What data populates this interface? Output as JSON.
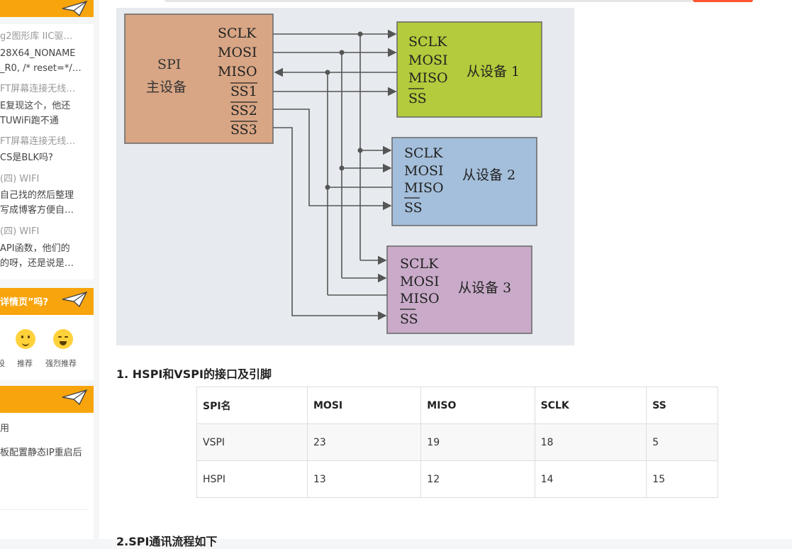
{
  "sidebar": {
    "items": [
      {
        "title": "g2图形库 IIC驱…",
        "body": [
          "28X64_NONAME",
          "_R0, /* reset=*/…"
        ]
      },
      {
        "title": "FT屏幕连接无线…",
        "body": [
          "E复现这个，他还",
          "TUWiFi跑不通"
        ]
      },
      {
        "title": "FT屏幕连接无线…",
        "body": [
          "CS是BLK吗?"
        ]
      },
      {
        "title": "(四) WIFI",
        "body": [
          "自己找的然后整理",
          "写成博客方便自…"
        ]
      },
      {
        "title": "(四) WIFI",
        "body": [
          "API函数，他们的",
          "的呀，还是说是…"
        ]
      }
    ],
    "rate_title": "详情页”吗?",
    "ratings": [
      "设",
      "推荐",
      "强烈推荐"
    ],
    "bottom_items": [
      "用",
      "板配置静态IP重启后"
    ]
  },
  "figure": {
    "master_name": "SPI",
    "master_role": "主设备",
    "master_pins": [
      "SCLK",
      "MOSI",
      "MISO",
      "SS1",
      "SS2",
      "SS3"
    ],
    "slave_pins": [
      "SCLK",
      "MOSI",
      "MISO",
      "SS"
    ],
    "slaves": [
      {
        "label": "从设备 1",
        "color": "#b3cb3c"
      },
      {
        "label": "从设备 2",
        "color": "#a4bfdb"
      },
      {
        "label": "从设备 3",
        "color": "#c9abc9"
      }
    ],
    "master_color": "#d8a685"
  },
  "article": {
    "section1_title": "1. HSPI和VSPI的接口及引脚",
    "section2_title": "2.SPI通讯流程如下",
    "table": {
      "headers": [
        "SPI名",
        "MOSI",
        "MISO",
        "SCLK",
        "SS"
      ],
      "rows": [
        [
          "VSPI",
          "23",
          "19",
          "18",
          "5"
        ],
        [
          "HSPI",
          "13",
          "12",
          "14",
          "15"
        ]
      ]
    }
  }
}
